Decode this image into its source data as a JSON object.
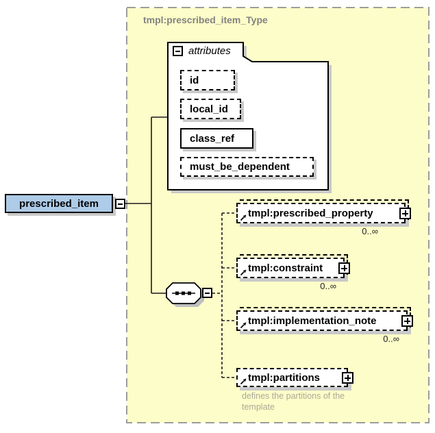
{
  "diagram": {
    "type_container": {
      "title": "tmpl:prescribed_item_Type"
    },
    "root_element": {
      "label": "prescribed_item"
    },
    "attributes_group": {
      "label": "attributes",
      "items": [
        {
          "label": "id",
          "required": false
        },
        {
          "label": "local_id",
          "required": false
        },
        {
          "label": "class_ref",
          "required": true
        },
        {
          "label": "must_be_dependent",
          "required": false
        }
      ]
    },
    "compositor": {
      "kind": "sequence"
    },
    "children": [
      {
        "label": "tmpl:prescribed_property",
        "cardinality": "0..∞"
      },
      {
        "label": "tmpl:constraint",
        "cardinality": "0..∞"
      },
      {
        "label": "tmpl:implementation_note",
        "cardinality": "0..∞"
      },
      {
        "label": "tmpl:partitions",
        "annotation": "defines the partitions of the template"
      }
    ]
  },
  "colors": {
    "container_bg": "#FDFDC9",
    "container_border": "#9C9C9C",
    "element_bg": "#AECBE8",
    "shadow": "#C9C9C9",
    "type_title": "#828282",
    "annotation": "#A9A998",
    "line": "#1a1a1a"
  }
}
